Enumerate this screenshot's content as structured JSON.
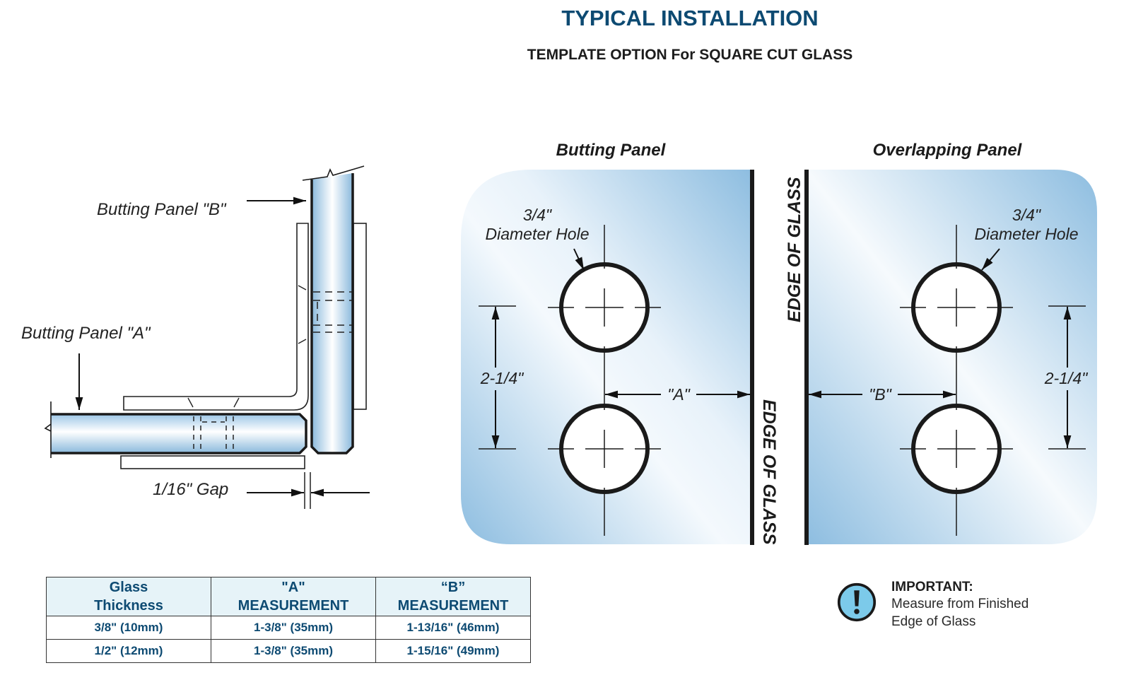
{
  "header": {
    "title": "TYPICAL INSTALLATION",
    "subtitle": "TEMPLATE OPTION For SQUARE CUT GLASS"
  },
  "side_view": {
    "label_panel_b": "Butting Panel \"B\"",
    "label_panel_a": "Butting Panel \"A\"",
    "label_gap": "1/16\" Gap"
  },
  "templates": {
    "butting": {
      "title": "Butting Panel",
      "hole_size": "3/4\"",
      "hole_label": "Diameter Hole",
      "spacing": "2-1/4\"",
      "offset_label": "\"A\"",
      "edge_label": "EDGE OF GLASS"
    },
    "overlapping": {
      "title": "Overlapping  Panel",
      "hole_size": "3/4\"",
      "hole_label": "Diameter Hole",
      "spacing": "2-1/4\"",
      "offset_label": "\"B\"",
      "edge_label": "EDGE OF GLASS"
    }
  },
  "colors": {
    "title_blue": "#0d4a72",
    "glass_blue": "#8dbde0",
    "table_header_bg": "#e6f3f8",
    "important_icon": "#7ccaea"
  },
  "table": {
    "headers": [
      [
        "Glass",
        "Thickness"
      ],
      [
        "\"A\"",
        "MEASUREMENT"
      ],
      [
        "“B”",
        "MEASUREMENT"
      ]
    ],
    "rows": [
      [
        "3/8\" (10mm)",
        "1-3/8\" (35mm)",
        "1-13/16\" (46mm)"
      ],
      [
        "1/2\" (12mm)",
        "1-3/8\" (35mm)",
        "1-15/16\" (49mm)"
      ]
    ]
  },
  "important": {
    "icon": "exclamation-circle-icon",
    "heading": "IMPORTANT:",
    "line1": "Measure from Finished",
    "line2": "Edge of Glass"
  }
}
